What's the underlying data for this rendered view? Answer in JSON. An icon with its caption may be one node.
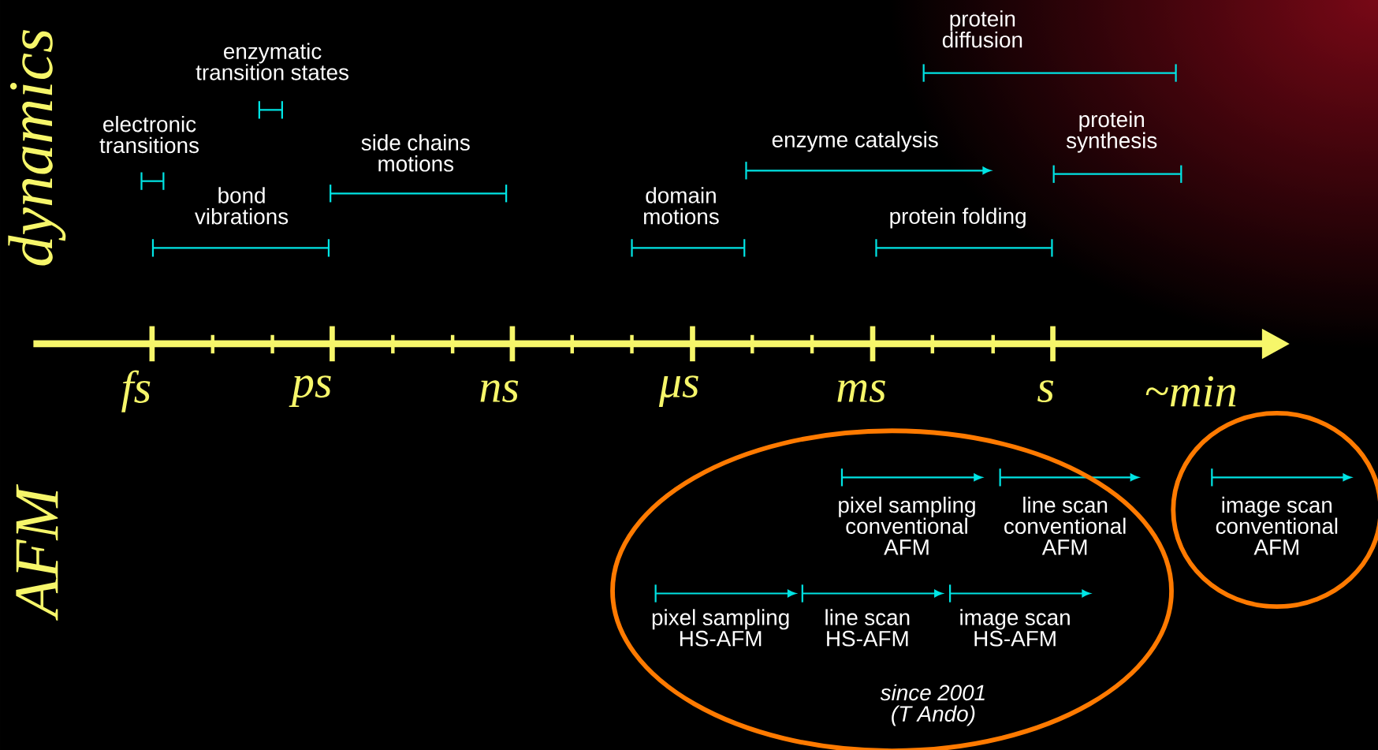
{
  "diagram": {
    "nodes": [
      {
        "text": [
          "pixel sampling conventional AFM",
          "line scan conventional AFM",
          "pixel sampling HS-AFM",
          "line scan HS-AFM",
          "image scan HS-AFM",
          "since 2001 (T Ando)"
        ]
      },
      {
        "text": [
          "image scan conventional AFM"
        ]
      }
    ],
    "labels": [
      "dynamics",
      "protein diffusion",
      "enzymatic transition states",
      "electronic transitions",
      "side chains motions",
      "enzyme catalysis",
      "protein synthesis",
      "bond vibrations",
      "domain motions",
      "protein folding",
      "fs",
      "ps",
      "ns",
      "μs",
      "ms",
      "s",
      "~min",
      "AFM"
    ]
  }
}
